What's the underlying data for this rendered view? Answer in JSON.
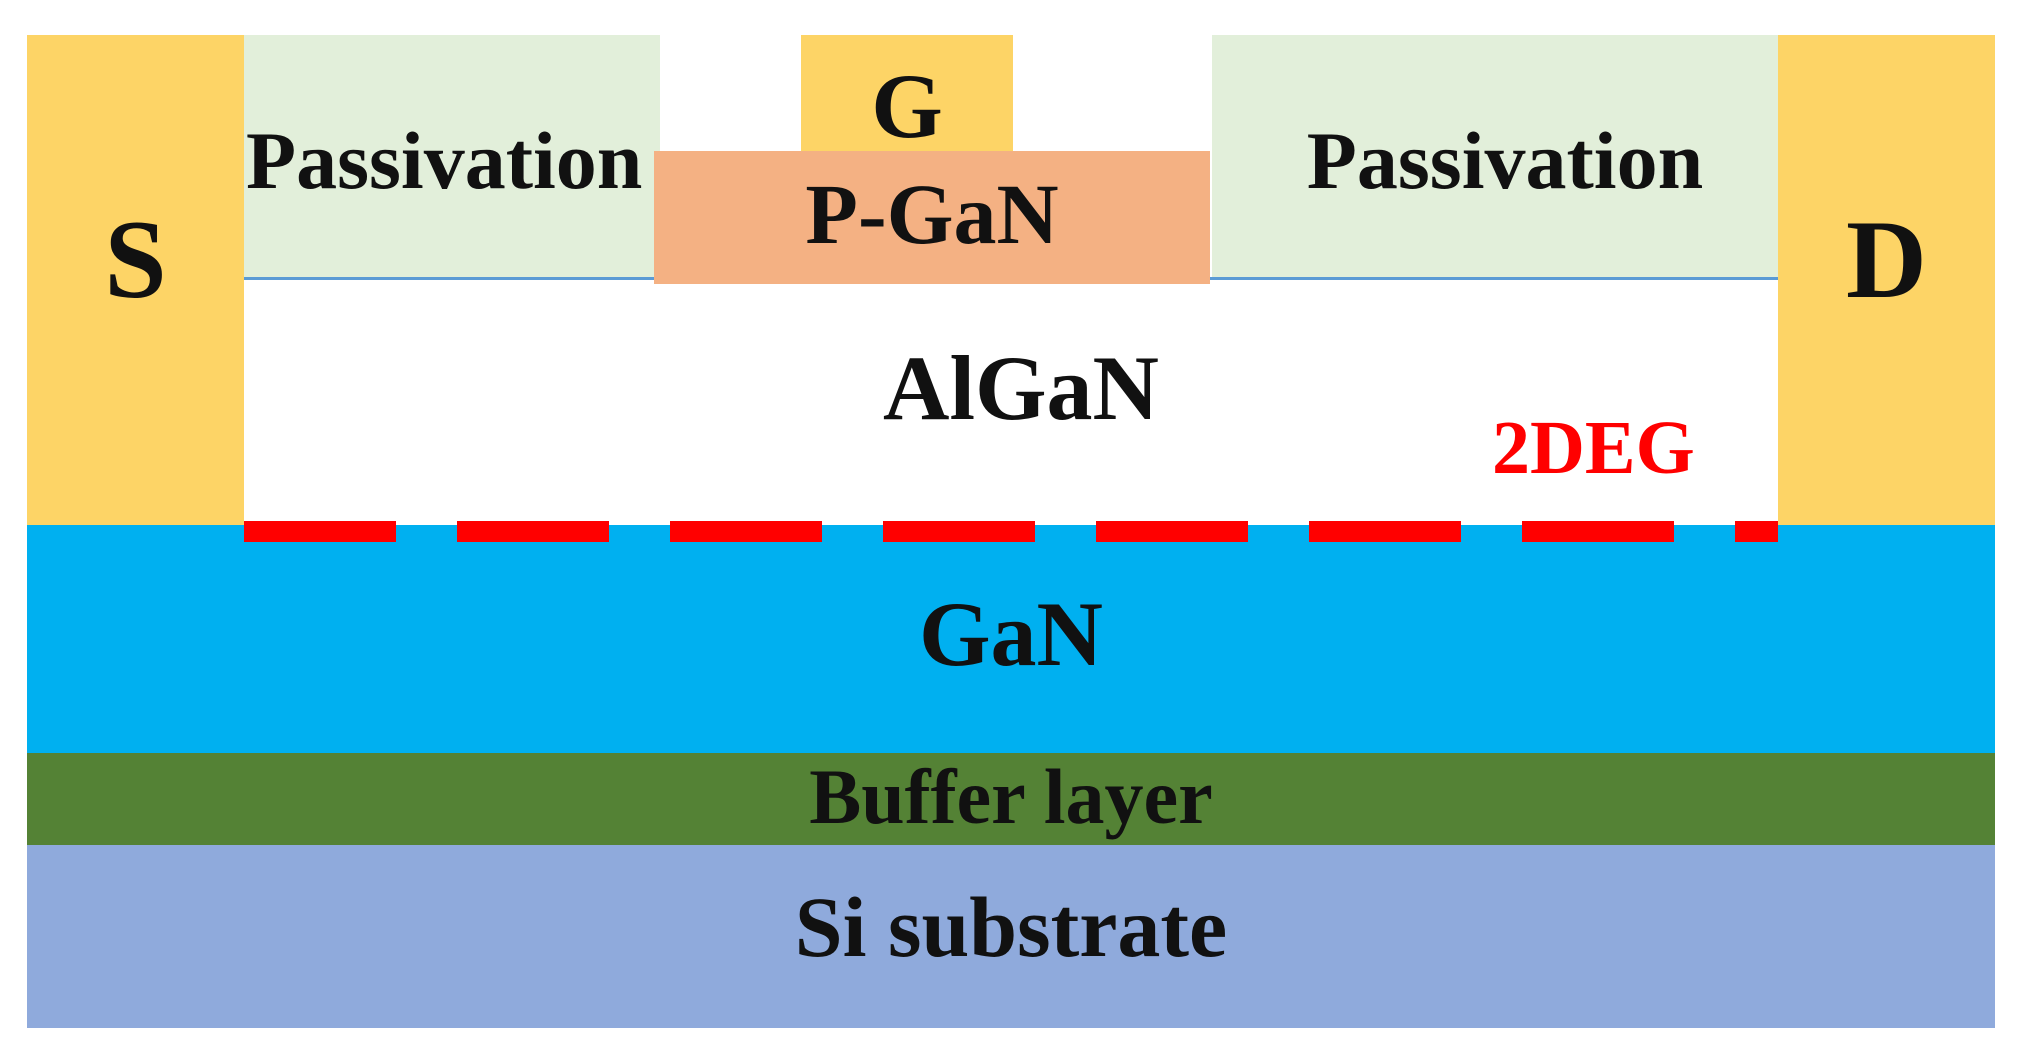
{
  "colors": {
    "contact": "#fdd466",
    "passivation": "#e2efda",
    "pgan": "#f4b183",
    "algan": "#ffffff",
    "gan": "#00b0f0",
    "buffer": "#548235",
    "substrate": "#8faadc",
    "tdeg": "#ff0000",
    "interface": "#5b9bd5"
  },
  "icons": {
    "tdeg_marker": "dashed-red-line"
  },
  "labels": {
    "source": "S",
    "drain": "D",
    "gate": "G",
    "passivation_left": "Passivation",
    "passivation_right": "Passivation",
    "pgan": "P-GaN",
    "algan": "AlGaN",
    "tdeg": "2DEG",
    "gan": "GaN",
    "buffer": "Buffer layer",
    "substrate": "Si substrate"
  }
}
